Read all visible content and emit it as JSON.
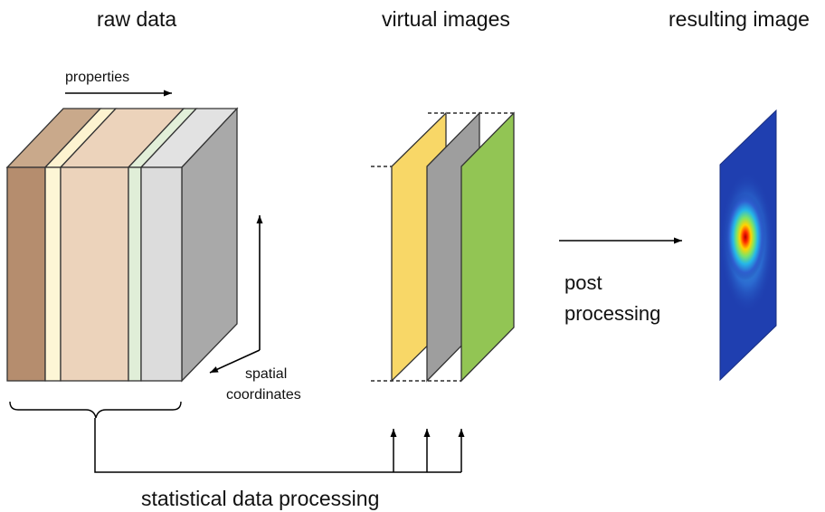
{
  "headings": {
    "raw_data": "raw data",
    "virtual_images": "virtual images",
    "resulting_image": "resulting image"
  },
  "labels": {
    "properties": "properties",
    "spatial_line1": "spatial",
    "spatial_line2": "coordinates",
    "post_line1": "post",
    "post_line2": "processing",
    "statistical": "statistical data processing"
  },
  "colors": {
    "slab_brown_dark": "#b58d6e",
    "slab_cream": "#fdf6d6",
    "slab_tan": "#ecd3bb",
    "slab_green_pale": "#e0eed8",
    "slab_gray_light": "#dcdcdc",
    "side_gray": "#a9a9a9",
    "sheet_yellow": "#f8d767",
    "sheet_gray": "#9e9e9e",
    "sheet_green": "#92c554",
    "heat_background": "#1f3fb0"
  },
  "icons": [
    "arrow-right-icon",
    "arrow-up-icon",
    "arrow-down-left-icon",
    "brace-icon"
  ]
}
